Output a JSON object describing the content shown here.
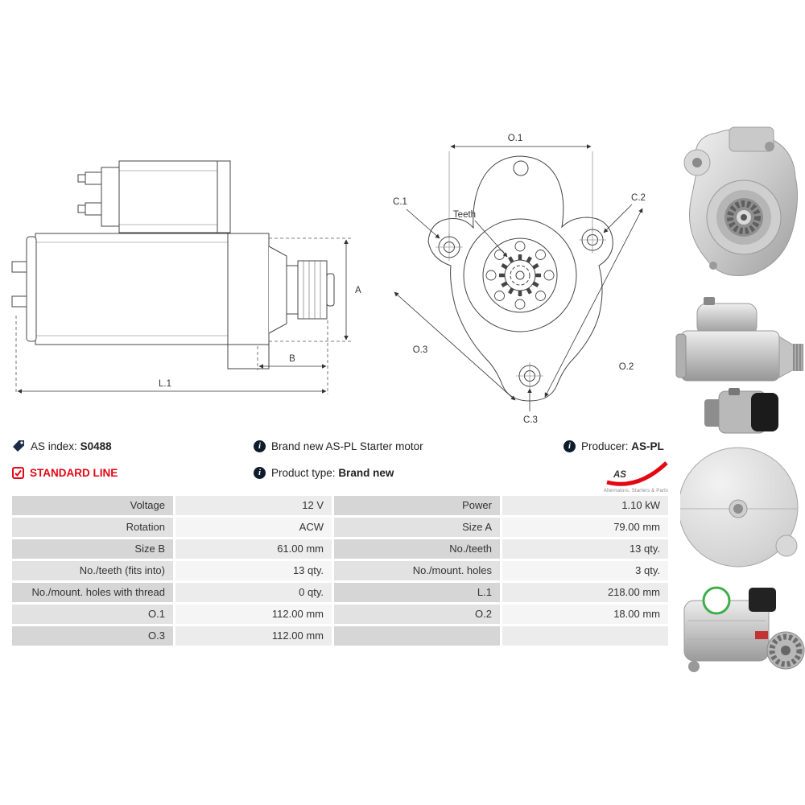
{
  "info": {
    "as_index_label": "AS index:",
    "as_index_value": "S0488",
    "standard_line": "STANDARD LINE",
    "brand_new": "Brand new AS-PL Starter motor",
    "product_type_label": "Product type:",
    "product_type_value": "Brand new",
    "producer_label": "Producer:",
    "producer_value": "AS-PL"
  },
  "logo": {
    "text": "AS",
    "subtext": "Alternators, Starters & Parts"
  },
  "diagram": {
    "o1": "O.1",
    "c1": "C.1",
    "c2": "C.2",
    "c3": "C.3",
    "o2": "O.2",
    "o3": "O.3",
    "a": "A",
    "b": "B",
    "l1": "L.1",
    "teeth": "Teeth"
  },
  "table": {
    "rows": [
      {
        "l_label": "Voltage",
        "l_value": "12 V",
        "r_label": "Power",
        "r_value": "1.10 kW"
      },
      {
        "l_label": "Rotation",
        "l_value": "ACW",
        "r_label": "Size A",
        "r_value": "79.00 mm"
      },
      {
        "l_label": "Size B",
        "l_value": "61.00 mm",
        "r_label": "No./teeth",
        "r_value": "13 qty."
      },
      {
        "l_label": "No./teeth (fits into)",
        "l_value": "13 qty.",
        "r_label": "No./mount. holes",
        "r_value": "3 qty."
      },
      {
        "l_label": "No./mount. holes with thread",
        "l_value": "0 qty.",
        "r_label": "L.1",
        "r_value": "218.00 mm"
      },
      {
        "l_label": "O.1",
        "l_value": "112.00 mm",
        "r_label": "O.2",
        "r_value": "18.00 mm"
      },
      {
        "l_label": "O.3",
        "l_value": "112.00 mm",
        "r_label": "",
        "r_value": ""
      }
    ]
  }
}
